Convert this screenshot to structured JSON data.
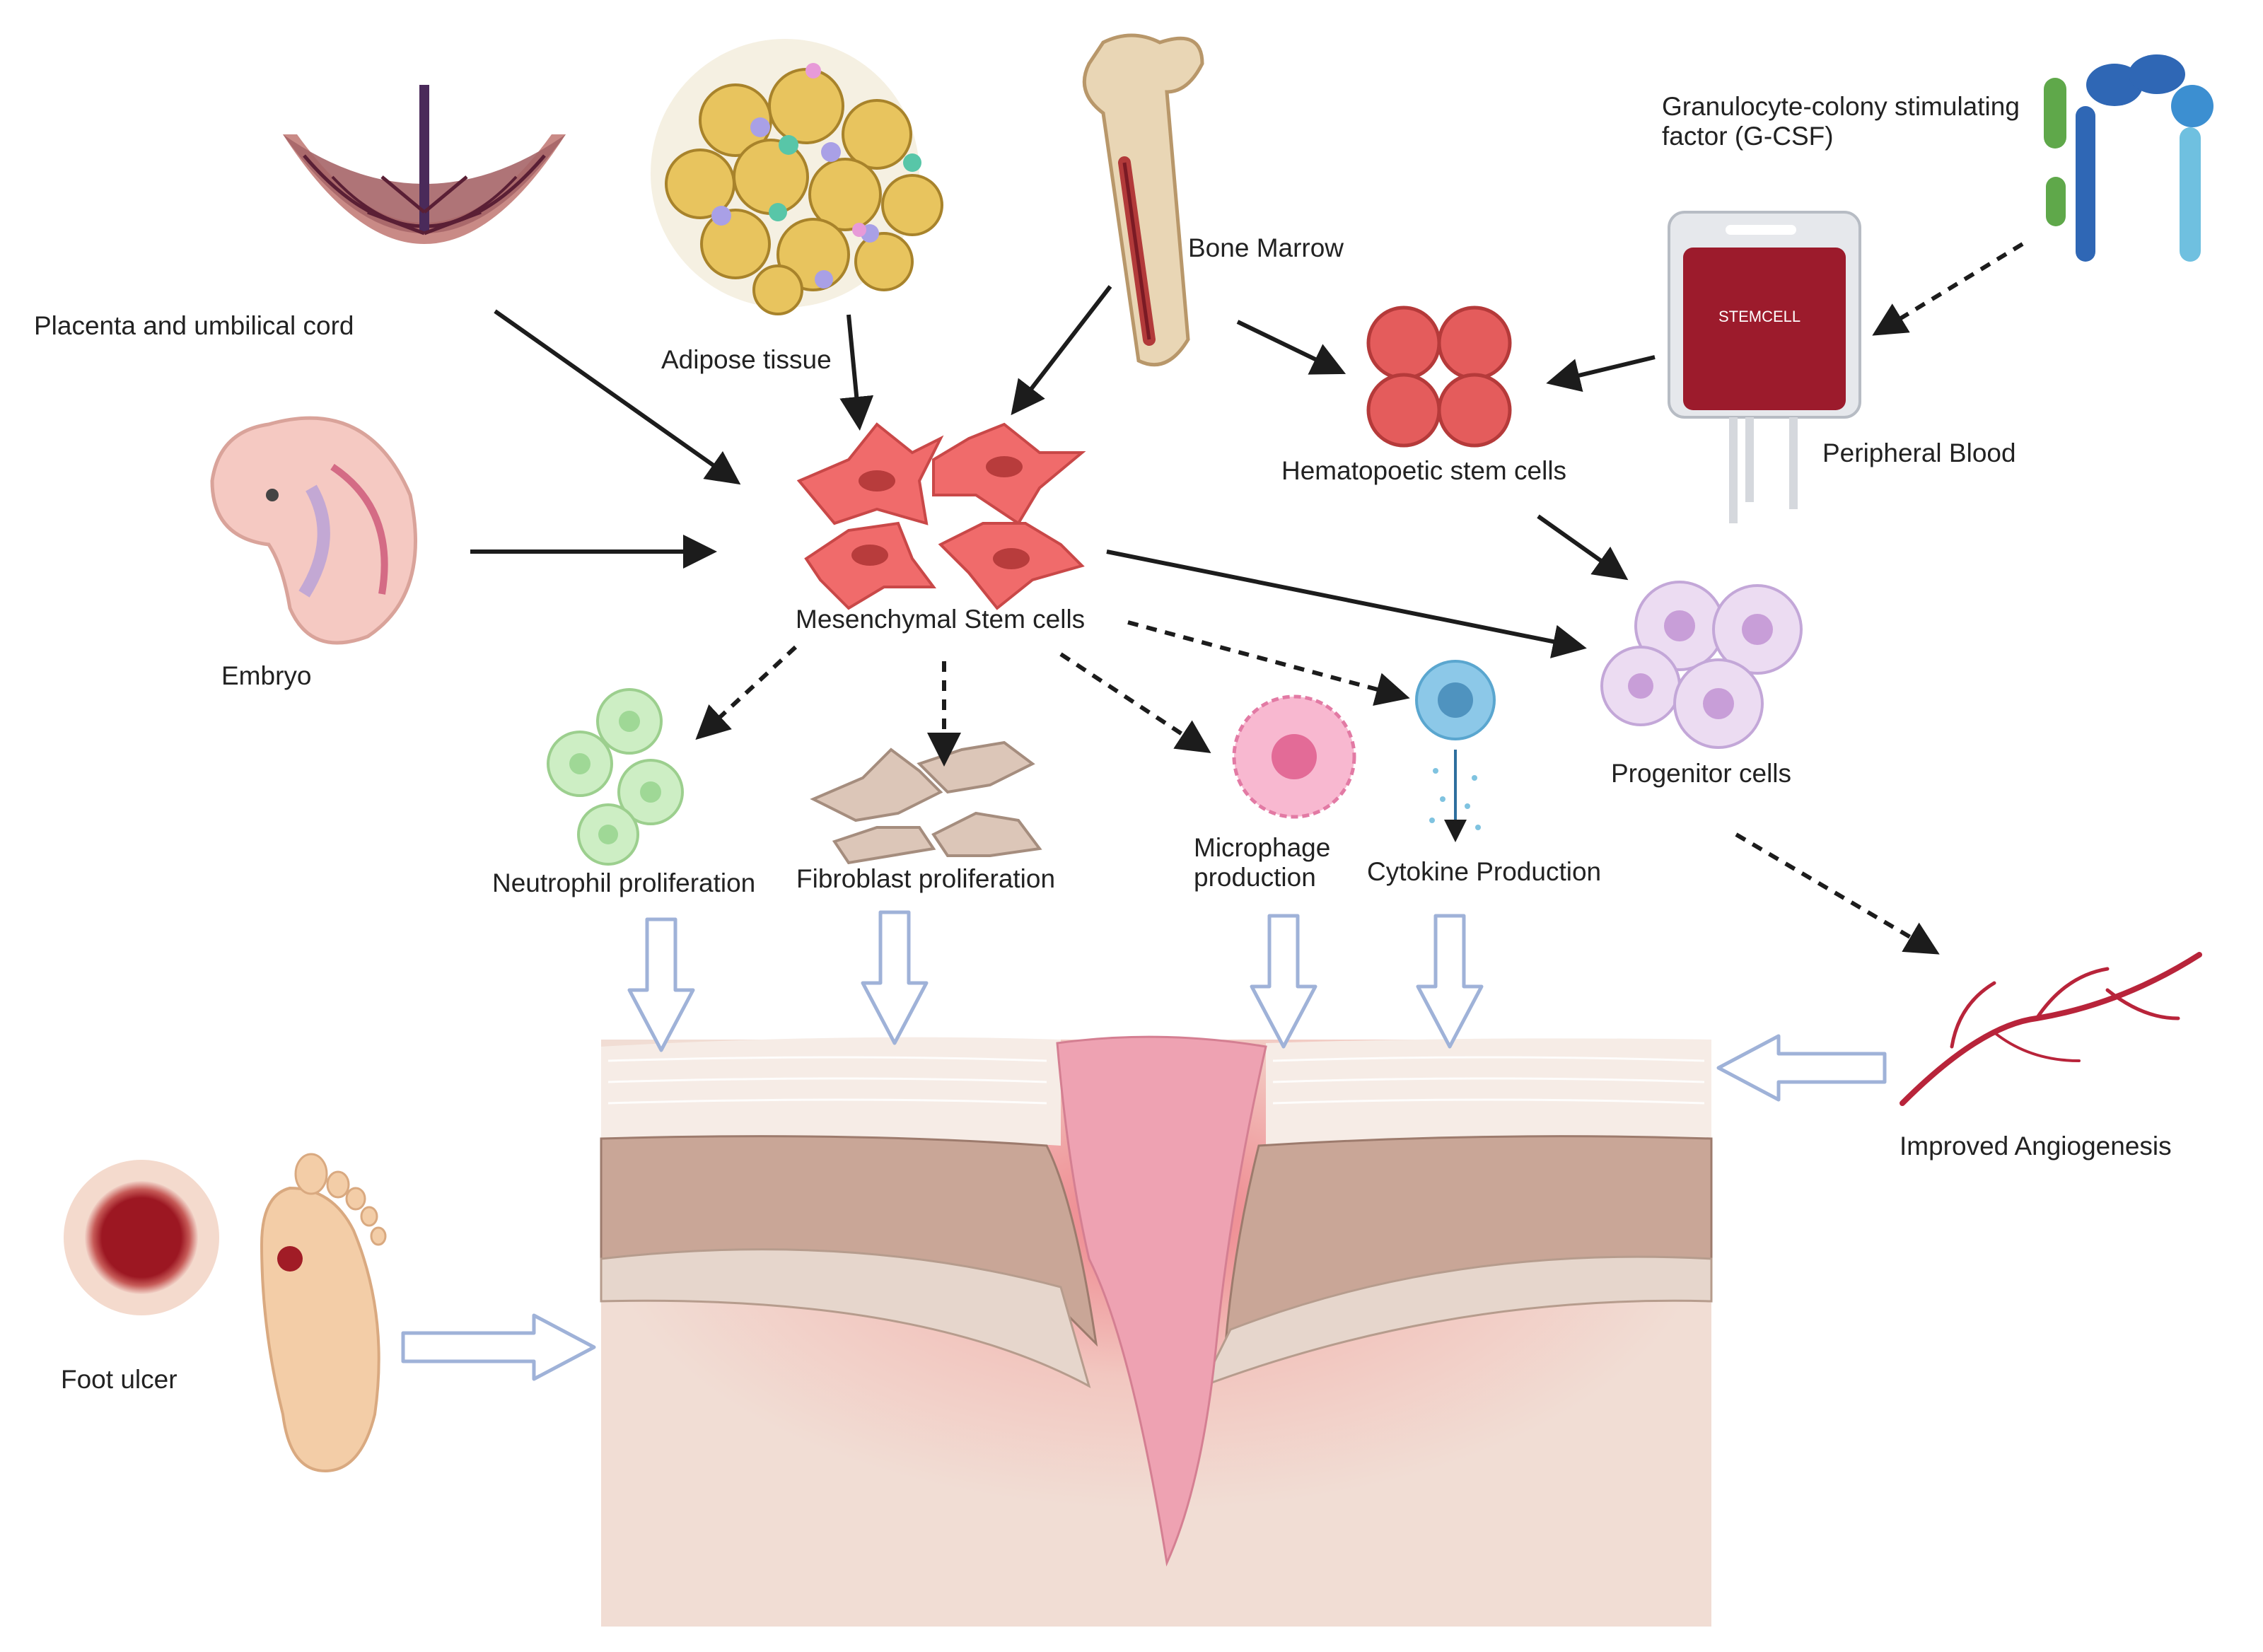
{
  "sources": {
    "placenta": "Placenta and umbilical cord",
    "adipose": "Adipose tissue",
    "bone_marrow": "Bone Marrow",
    "embryo": "Embryo",
    "gcsf_line1": "Granulocyte-colony stimulating",
    "gcsf_line2": "factor (G-CSF)",
    "peripheral_blood": "Peripheral Blood",
    "blood_bag_brand": "STEMCELL"
  },
  "cells": {
    "msc": "Mesenchymal Stem cells",
    "hsc": "Hematopoetic stem cells",
    "progenitor": "Progenitor cells"
  },
  "effects": {
    "neutrophil": "Neutrophil proliferation",
    "fibroblast": "Fibroblast proliferation",
    "macrophage_line1": "Microphage",
    "macrophage_line2": "production",
    "cytokine": "Cytokine Production",
    "angiogenesis": "Improved Angiogenesis"
  },
  "wound": {
    "foot_ulcer": "Foot ulcer"
  },
  "colors": {
    "msc": "#f06b6b",
    "hsc": "#e45c5c",
    "progenitor": "#e8d8f0",
    "neutrophil": "#c9ecc0",
    "fibroblast": "#d8c2b4",
    "macrophage": "#f7a8c4",
    "cytokine": "#8cc8e8",
    "vessel": "#b8243a",
    "hollow_arrow": "#9fb2d8",
    "blood_bag": "#9c1b2c",
    "wound_pink": "#eea2b2",
    "dermis": "#f1ddd4"
  }
}
